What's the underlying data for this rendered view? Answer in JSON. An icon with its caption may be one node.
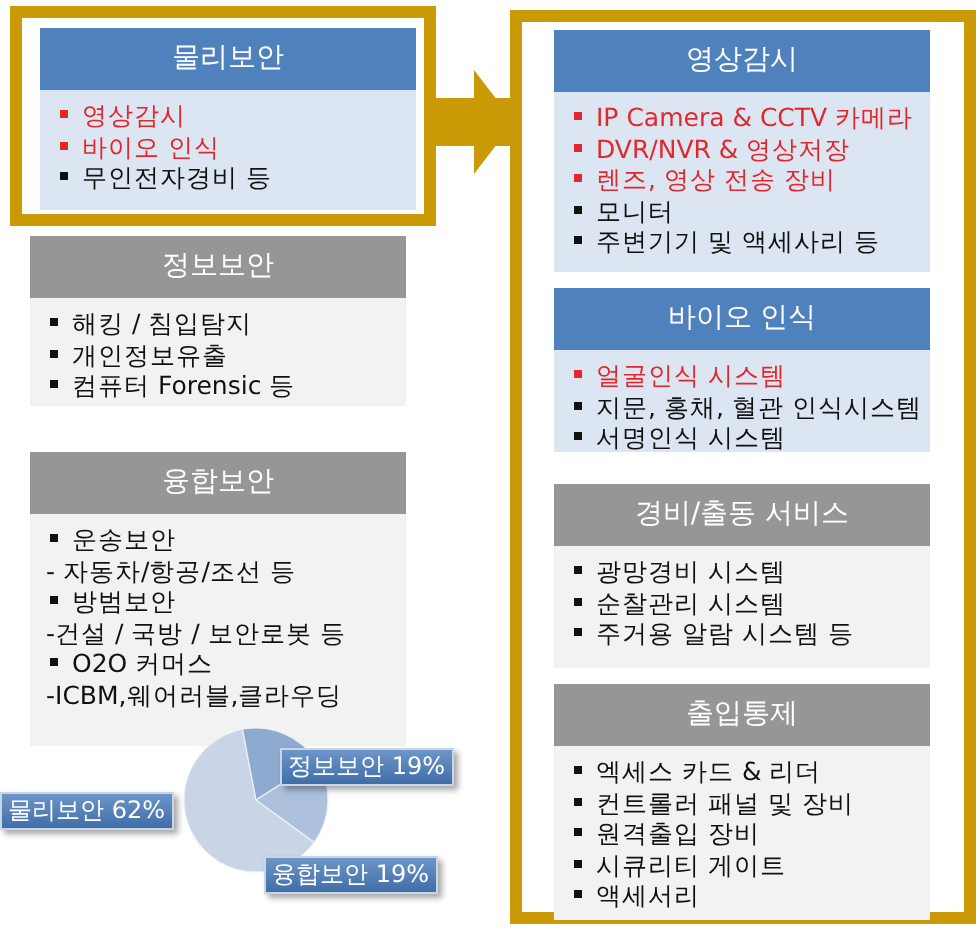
{
  "diagram": {
    "nodes": [
      {
        "text": [],
        "shape": "box"
      },
      {
        "text": [
          "물리보안",
          "영상감시",
          "바이오 인식",
          "무인전자경비 등"
        ],
        "in": 0
      },
      {
        "text": [
          "정보보안",
          "해킹 / 침입탐지",
          "개인정보유출",
          "컴퓨터 Forensic 등"
        ]
      },
      {
        "text": [
          "융합보안",
          "운송보안",
          "- 자동차/항공/조선  등",
          "방범보안",
          "-건설 / 국방 / 보안로봇 등",
          "O2O 커머스",
          "-ICBM,웨어러블,클라우딩"
        ]
      },
      {
        "text": [],
        "shape": "box"
      },
      {
        "text": [
          "영상감시",
          "IP Camera & CCTV 카메라",
          "DVR/NVR & 영상저장",
          "렌즈, 영상 전송 장비",
          "모니터",
          "주변기기 및 액세사리  등"
        ],
        "in": 4
      },
      {
        "text": [
          "바이오 인식",
          "얼굴인식 시스템",
          "지문, 홍채, 혈관 인식시스템",
          "서명인식 시스템"
        ],
        "in": 4
      },
      {
        "text": [
          "경비/출동 서비스",
          "광망경비 시스템",
          "순찰관리 시스템",
          "주거용 알람 시스템 등"
        ],
        "in": 4
      },
      {
        "text": [
          "출입통제",
          "엑세스 카드 & 리더",
          "컨트롤러 패널 및 장비",
          "원격출입 장비",
          "시큐리티 게이트",
          "액세서리"
        ],
        "in": 4
      }
    ],
    "edges": [
      {
        "from": 0,
        "to": 4,
        "arrow": "to"
      }
    ],
    "chart_data": {
      "type": "pie",
      "categories": [
        "물리보안",
        "정보보안",
        "융합보안"
      ],
      "values": [
        62,
        19,
        19
      ],
      "value_labels": [
        "62%",
        "19%",
        "19%"
      ]
    }
  }
}
